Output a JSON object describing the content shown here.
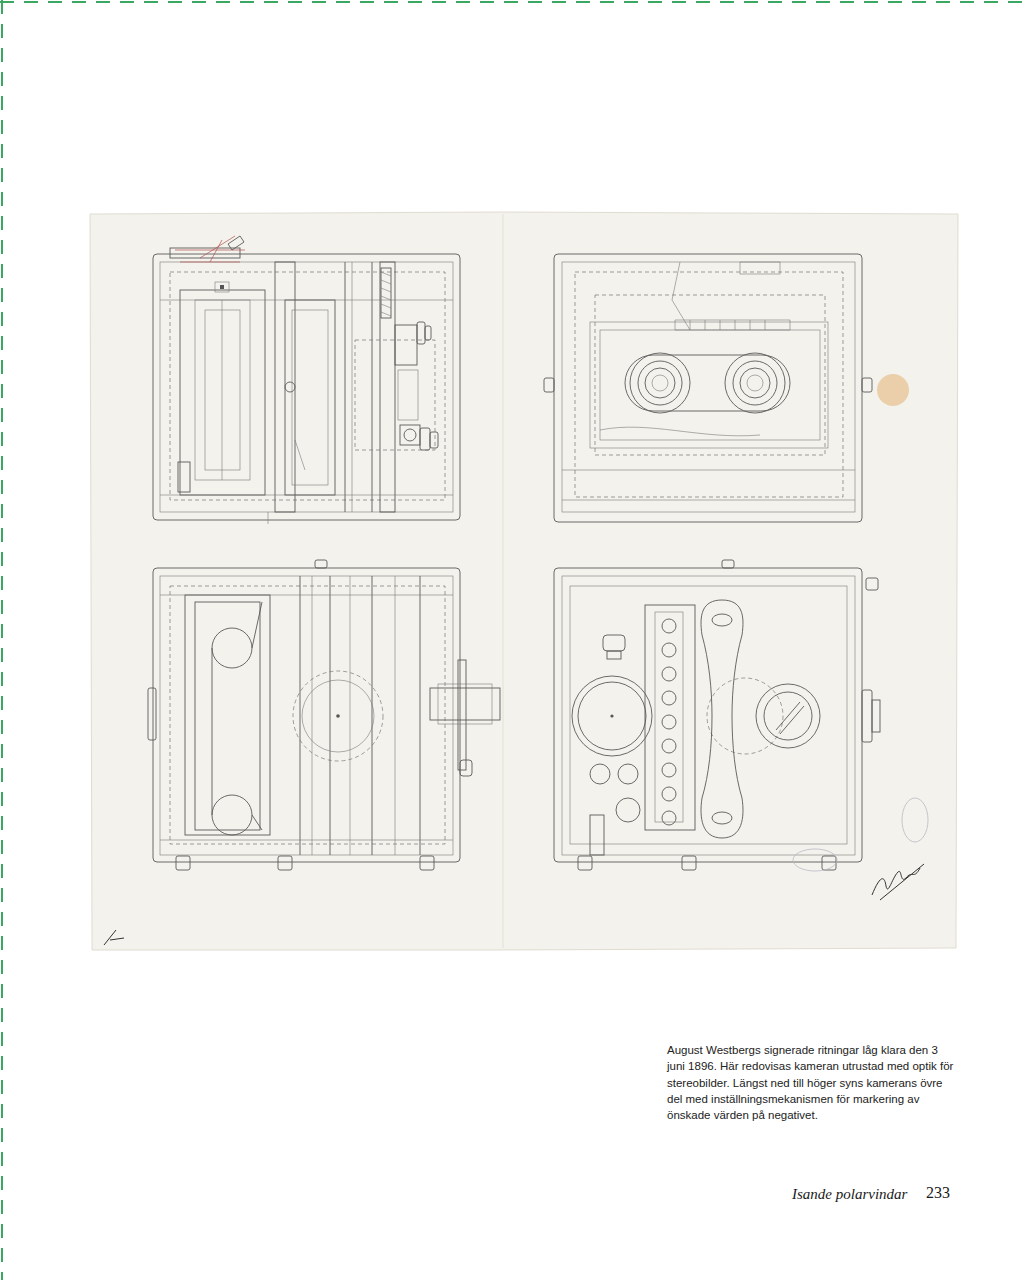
{
  "diagram": {
    "caption": "August Westbergs signerade ritningar låg klara den 3 juni 1896. Här redovisas kameran utrustad med optik för stereobilder. Längst ned till höger syns kamerans övre del med inställningsmekanismen för markering av önskade värden på negativet.",
    "labels": [
      "Isande polarvindar",
      "233"
    ]
  }
}
